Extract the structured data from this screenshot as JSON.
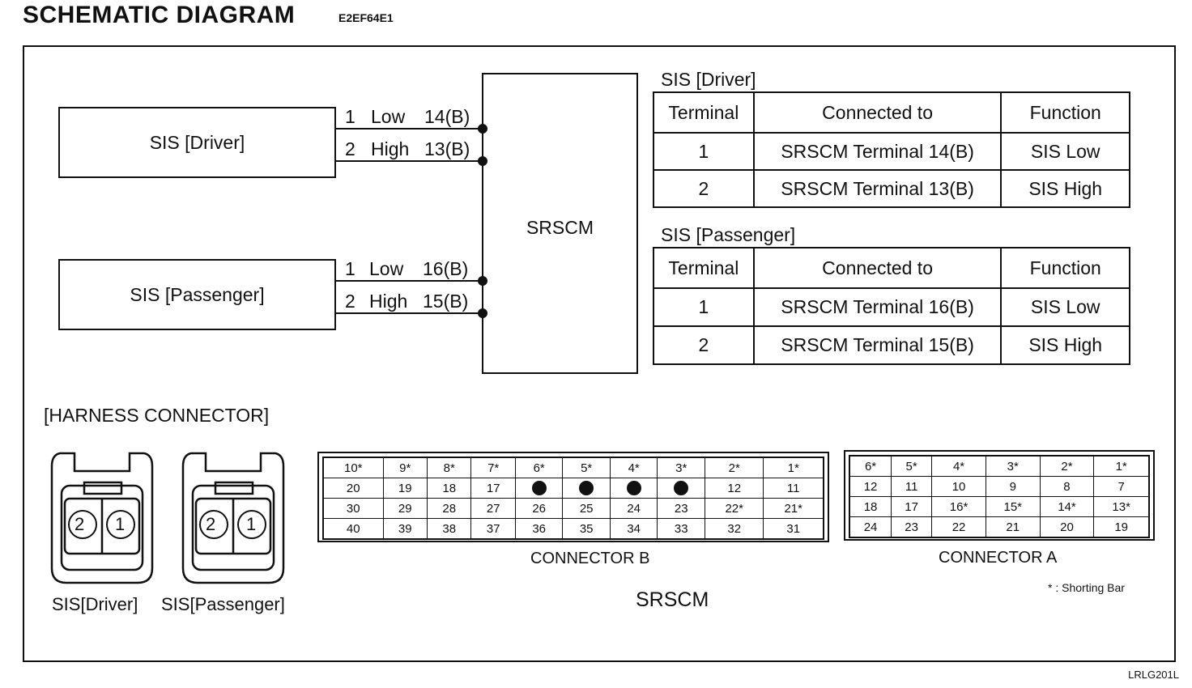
{
  "header": {
    "title": "SCHEMATIC DIAGRAM",
    "code": "E2EF64E1"
  },
  "footer_code": "LRLG201L",
  "schematic": {
    "driver_box": "SIS [Driver]",
    "passenger_box": "SIS [Passenger]",
    "srscm_box": "SRSCM",
    "driver_wires": [
      {
        "pin": "1",
        "level": "Low",
        "terminal": "14(B)"
      },
      {
        "pin": "2",
        "level": "High",
        "terminal": "13(B)"
      }
    ],
    "passenger_wires": [
      {
        "pin": "1",
        "level": "Low",
        "terminal": "16(B)"
      },
      {
        "pin": "2",
        "level": "High",
        "terminal": "15(B)"
      }
    ]
  },
  "tables": {
    "driver": {
      "caption": "SIS [Driver]",
      "headers": [
        "Terminal",
        "Connected to",
        "Function"
      ],
      "rows": [
        [
          "1",
          "SRSCM Terminal 14(B)",
          "SIS Low"
        ],
        [
          "2",
          "SRSCM Terminal 13(B)",
          "SIS High"
        ]
      ]
    },
    "passenger": {
      "caption": "SIS [Passenger]",
      "headers": [
        "Terminal",
        "Connected to",
        "Function"
      ],
      "rows": [
        [
          "1",
          "SRSCM Terminal 16(B)",
          "SIS Low"
        ],
        [
          "2",
          "SRSCM Terminal 15(B)",
          "SIS High"
        ]
      ]
    }
  },
  "harness": {
    "heading": "[HARNESS CONNECTOR]",
    "sis_driver_label": "SIS[Driver]",
    "sis_passenger_label": "SIS[Passenger]",
    "plug_pins": [
      "2",
      "1"
    ],
    "connector_b": {
      "label": "CONNECTOR B",
      "rows": [
        [
          "10*",
          "9*",
          "8*",
          "7*",
          "6*",
          "5*",
          "4*",
          "3*",
          "2*",
          "1*"
        ],
        [
          "20",
          "19",
          "18",
          "17",
          "",
          "",
          "",
          "",
          "12",
          "11"
        ],
        [
          "30",
          "29",
          "28",
          "27",
          "26",
          "25",
          "24",
          "23",
          "22*",
          "21*"
        ],
        [
          "40",
          "39",
          "38",
          "37",
          "36",
          "35",
          "34",
          "33",
          "32",
          "31"
        ]
      ]
    },
    "connector_a": {
      "label": "CONNECTOR A",
      "rows": [
        [
          "6*",
          "5*",
          "4*",
          "3*",
          "2*",
          "1*"
        ],
        [
          "12",
          "11",
          "10",
          "9",
          "8",
          "7"
        ],
        [
          "18",
          "17",
          "16*",
          "15*",
          "14*",
          "13*"
        ],
        [
          "24",
          "23",
          "22",
          "21",
          "20",
          "19"
        ]
      ]
    },
    "srscm_label": "SRSCM",
    "note": "* : Shorting Bar"
  }
}
